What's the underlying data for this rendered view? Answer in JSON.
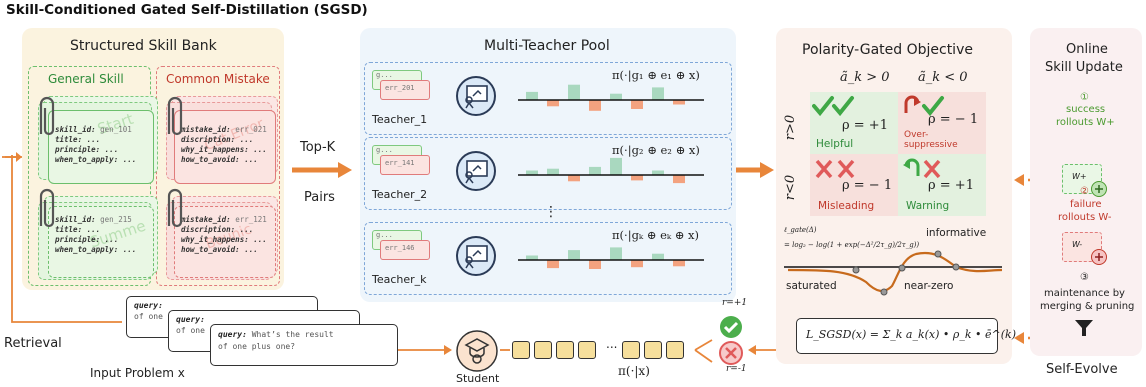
{
  "title": "Skill-Conditioned Gated Self-Distillation (SGSD)",
  "skill_bank": {
    "heading": "Structured Skill Bank",
    "general_heading": "General Skill",
    "mistake_heading": "Common Mistake",
    "gen_card_1": {
      "id_label": "skill_id:",
      "id_val": "gen_101",
      "title": "title:",
      "principle": "principle:",
      "when": "when_to_apply:",
      "dots": "...",
      "watermark": "Start"
    },
    "gen_card_2": {
      "id_label": "skill_id:",
      "id_val": "gen_215",
      "title": "title:",
      "principle": "principle:",
      "when": "when_to_apply:",
      "dots": "...",
      "watermark": "Summe"
    },
    "mis_card_1": {
      "id_label": "mistake_id:",
      "id_val": "err_021",
      "desc": "discription:",
      "why": "why_it_happens:",
      "how": "how_to_avoid:",
      "dots": "...",
      "watermark": "Cat Error"
    },
    "mis_card_2": {
      "id_label": "mistake_id:",
      "id_val": "err_121",
      "desc": "discription:",
      "why": "why_it_happens:",
      "how": "how_to_avoid:",
      "dots": "...",
      "watermark": "Bounic"
    }
  },
  "arrows": {
    "topk": "Top-K",
    "pairs": "Pairs",
    "retrieval": "Retrieval"
  },
  "teacher_pool": {
    "heading": "Multi-Teacher Pool",
    "teachers": [
      {
        "name": "Teacher_1",
        "gen_id": "g...",
        "err_id": "err_201",
        "policy": "π(·|g₁ ⊕ e₁ ⊕ x)",
        "bars": [
          0.45,
          -0.35,
          0.85,
          -0.6,
          0.35,
          -0.5,
          0.7,
          -0.25
        ]
      },
      {
        "name": "Teacher_2",
        "gen_id": "g...",
        "err_id": "err_141",
        "policy": "π(·|g₂ ⊕ e₂ ⊕ x)",
        "bars": [
          0.25,
          0.35,
          -0.35,
          0.45,
          0.95,
          -0.3,
          0.25,
          -0.45
        ]
      },
      {
        "name": "Teacher_k",
        "gen_id": "g...",
        "err_id": "err_146",
        "policy": "π(·|gₖ ⊕ eₖ ⊕ x)",
        "bars": [
          0.25,
          -0.45,
          0.55,
          -0.5,
          0.7,
          -0.4,
          0.35,
          -0.35
        ]
      }
    ],
    "ellipsis": "⋮"
  },
  "polarity": {
    "heading": "Polarity-Gated Objective",
    "col_pos": "ã_k > 0",
    "col_neg": "ã_k < 0",
    "row_pos": "r>0",
    "row_neg": "r<0",
    "cells": [
      {
        "rho": "ρ = +1",
        "label": "Helpful",
        "color": "#2e8b3a"
      },
      {
        "rho": "ρ = − 1",
        "label": "Over-suppressive",
        "color": "#c0392b"
      },
      {
        "rho": "ρ = − 1",
        "label": "Misleading",
        "color": "#c0392b"
      },
      {
        "rho": "ρ = +1",
        "label": "Warning",
        "color": "#2e8b3a"
      }
    ],
    "formula_lhs": "ℓ_gate(Δ)",
    "formula_rhs": "= log₂ − log(1 + exp(−Δ²/2τ_g)/2τ_g))",
    "curve_labels": {
      "informative": "informative",
      "saturated": "saturated",
      "near_zero": "near-zero"
    },
    "loss": "L_SGSD(x) = Σ_k a_k(x) • ρ_k • ē^(k)"
  },
  "online_update": {
    "heading_1": "Online",
    "heading_2": "Skill Update",
    "step1_num": "①",
    "step1_text_1": "success",
    "step1_text_2": "rollouts W+",
    "step1_box": "W+",
    "step2_num": "②",
    "step2_text_1": "failure",
    "step2_text_2": "rollouts W-",
    "step2_box": "W-",
    "step3_num": "③",
    "step3_text_1": "maintenance by",
    "step3_text_2": "merging & pruning",
    "footer": "Self-Evolve"
  },
  "bottom": {
    "query_label": "query:",
    "query_text_1": "What’s the result",
    "query_text_2": "of one plus one?",
    "back_text": "of one",
    "input_label": "Input Problem x",
    "student_label": "Student",
    "student_policy": "π(·|x)",
    "token_ellipsis": "...",
    "reward_pos": "r=+1",
    "reward_neg": "r=-1"
  },
  "colors": {
    "green": "#5cb85c",
    "red": "#e05a5a",
    "orange": "#e8863a",
    "blue_panel": "#eef5fb",
    "bar_green": "#a9d8bf",
    "bar_orange": "#f3a27f"
  }
}
